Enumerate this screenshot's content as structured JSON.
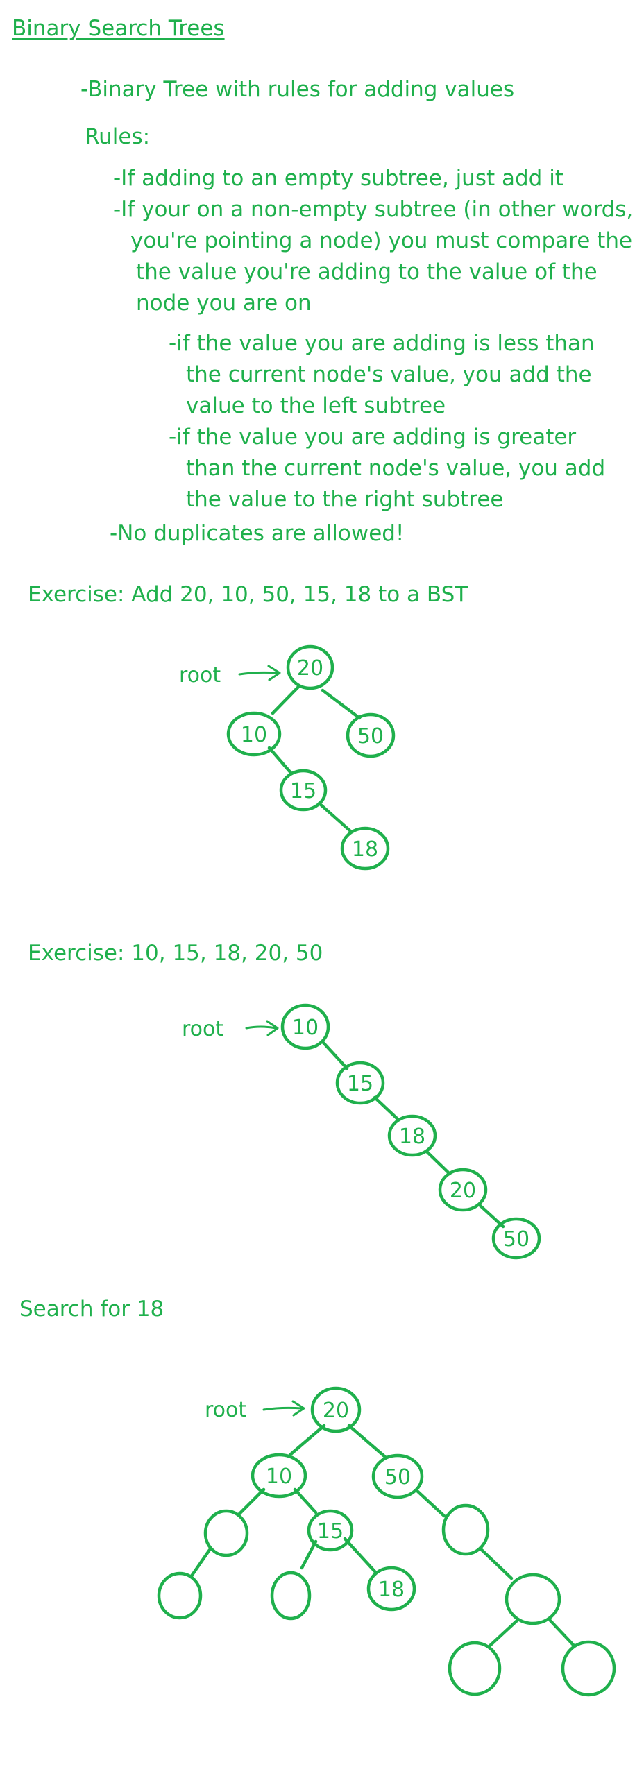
{
  "title": "Binary Search Trees",
  "definition": "-Binary Tree with rules for adding values",
  "rules_heading": "Rules:",
  "rules": {
    "empty_subtree": "-If adding to an empty subtree, just add it",
    "nonempty_line1": "-If your on a non-empty subtree (in other words,",
    "nonempty_line2": "you're pointing a node) you must compare the",
    "nonempty_line3": "the value you're adding to the value of the",
    "nonempty_line4": "node you are on",
    "less_line1": "-if the value you are adding is less than",
    "less_line2": "the current node's value, you add the",
    "less_line3": "value to the left subtree",
    "greater_line1": "-if the value you are adding is greater",
    "greater_line2": "than the current node's value, you add",
    "greater_line3": "the value to the right subtree",
    "no_duplicates": "-No duplicates are allowed!"
  },
  "exercise1": {
    "heading": "Exercise: Add 20, 10, 50, 15, 18 to a BST",
    "root_label": "root",
    "nodes": [
      "20",
      "10",
      "50",
      "15",
      "18"
    ]
  },
  "exercise2": {
    "heading": "Exercise: 10, 15, 18, 20, 50",
    "root_label": "root",
    "nodes": [
      "10",
      "15",
      "18",
      "20",
      "50"
    ]
  },
  "search": {
    "heading": "Search for 18",
    "root_label": "root",
    "nodes": [
      "20",
      "10",
      "50",
      "15",
      "18"
    ]
  },
  "colors": {
    "ink": "#1fb04c",
    "background": "#ffffff"
  }
}
